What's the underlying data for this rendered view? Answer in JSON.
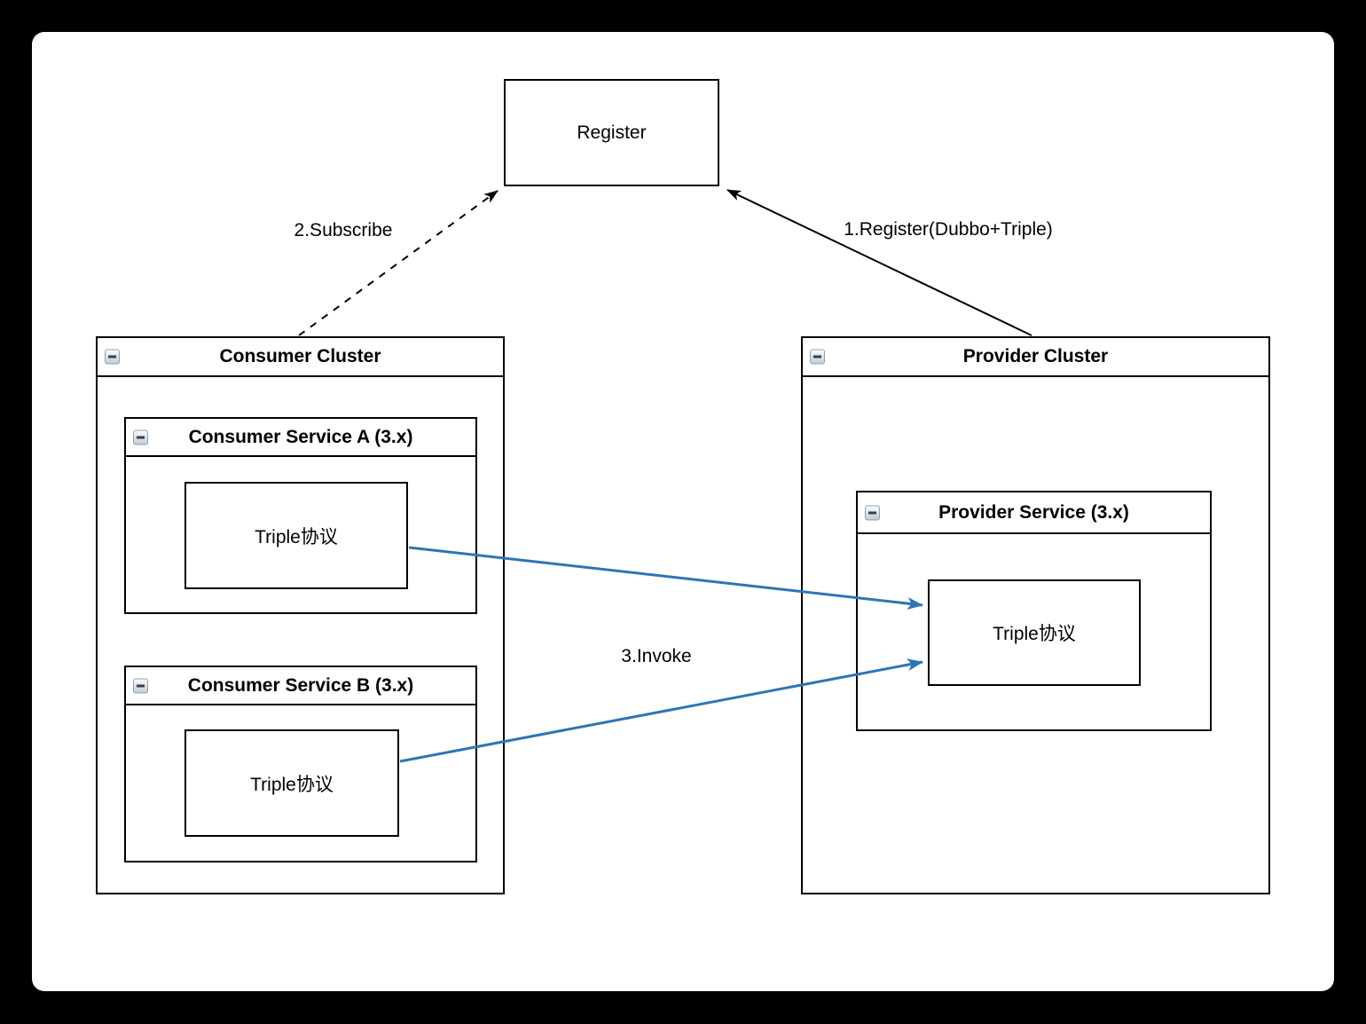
{
  "register_node": {
    "label": "Register"
  },
  "consumer_cluster": {
    "title": "Consumer Cluster",
    "services": [
      {
        "title": "Consumer Service A (3.x)",
        "protocol_label": "Triple协议"
      },
      {
        "title": "Consumer Service B (3.x)",
        "protocol_label": "Triple协议"
      }
    ]
  },
  "provider_cluster": {
    "title": "Provider Cluster",
    "services": [
      {
        "title": "Provider Service (3.x)",
        "protocol_label": "Triple协议"
      }
    ]
  },
  "edges": {
    "register_label": "1.Register(Dubbo+Triple)",
    "subscribe_label": "2.Subscribe",
    "invoke_label": "3.Invoke"
  },
  "icons": {
    "collapse": "minus-icon"
  },
  "colors": {
    "invoke_arrow_blue": "#2E75B5",
    "edge_black": "#000000",
    "canvas_background": "#ffffff",
    "frame_background": "#000000"
  }
}
